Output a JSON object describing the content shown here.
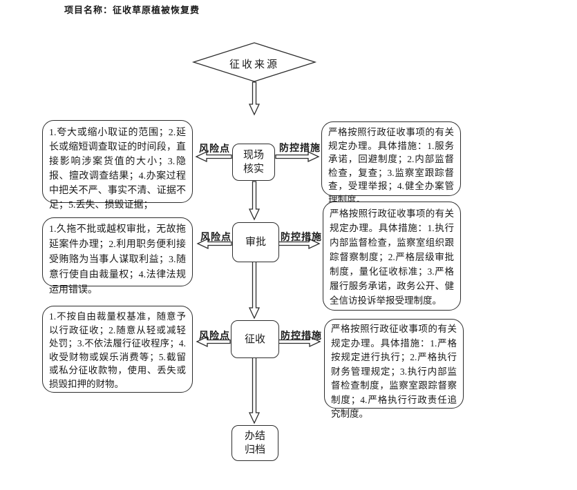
{
  "title": "项目名称：征收草原植被恢复费",
  "flowchart": {
    "source_label": "征收来源",
    "risk_label": "风险点",
    "control_label": "防控措施",
    "stages": [
      {
        "name": "现场核实",
        "risk_points": "1.夸大或缩小取证的范围；2.延长或缩短调查取证的时间段，直接影响涉案货值的大小；3.隐报、擅改调查结果；4.办案过程中把关不严、事实不清、证据不足；5.丢失、损毁证据；",
        "control_measures": "严格按照行政征收事项的有关规定办理。具体措施：1.服务承诺，回避制度；2.内部监督检查，复查；3.监察室跟踪督查，受理举报；4.健全办案管理制度。"
      },
      {
        "name": "审批",
        "risk_points": "1.久拖不批或越权审批，无故拖延案件办理；2.利用职务便利接受贿赂为当事人谋取利益；3.随意行使自由裁量权；4.法律法规运用错误。",
        "control_measures": "严格按照行政征收事项的有关规定办理。具体措施：1.执行内部监督检查，监察室组织跟踪督察制度；2.严格层级审批制度，量化征收标准；3.严格履行服务承诺，政务公开、健全信访投诉举报受理制度。"
      },
      {
        "name": "征收",
        "risk_points": "1.不按自由裁量权基准，随意予以行政征收；2.随意从轻或减轻处罚；3.不依法履行征收程序；4.收受财物或娱乐消费等；5.截留或私分征收款物，使用、丢失或损毁扣押的财物。",
        "control_measures": "严格按照行政征收事项的有关规定办理。具体措施：1.严格按规定进行执行；2.严格执行财务管理规定；3.执行内部监督检查制度，监察室跟踪督察制度；4.严格执行行政责任追究制度。"
      }
    ],
    "end_label": "办结归档"
  }
}
